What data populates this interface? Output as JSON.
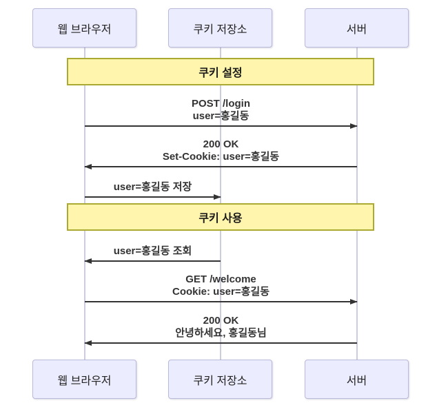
{
  "diagram": {
    "type": "sequence-diagram",
    "colors": {
      "background": "#ffffff",
      "actor_fill": "#ECECFF",
      "actor_border": "#b9b9d9",
      "note_fill": "#fff5ad",
      "note_border": "#aaaa33",
      "lifeline": "#ccccdf",
      "arrow": "#333333"
    },
    "actors": [
      {
        "id": "browser",
        "label": "웹 브라우저"
      },
      {
        "id": "cookie-store",
        "label": "쿠키 저장소"
      },
      {
        "id": "server",
        "label": "서버"
      }
    ],
    "notes": [
      {
        "label": "쿠키 설정"
      },
      {
        "label": "쿠키 사용"
      }
    ],
    "messages": [
      {
        "from": "browser",
        "to": "server",
        "lines": [
          "POST /login",
          "user=홍길동"
        ]
      },
      {
        "from": "server",
        "to": "browser",
        "lines": [
          "200 OK",
          "Set-Cookie: user=홍길동"
        ]
      },
      {
        "from": "browser",
        "to": "cookie-store",
        "lines": [
          "user=홍길동 저장"
        ]
      },
      {
        "from": "cookie-store",
        "to": "browser",
        "lines": [
          "user=홍길동 조회"
        ]
      },
      {
        "from": "browser",
        "to": "server",
        "lines": [
          "GET /welcome",
          "Cookie: user=홍길동"
        ]
      },
      {
        "from": "server",
        "to": "browser",
        "lines": [
          "200 OK",
          "안녕하세요, 홍길동님"
        ]
      }
    ]
  }
}
